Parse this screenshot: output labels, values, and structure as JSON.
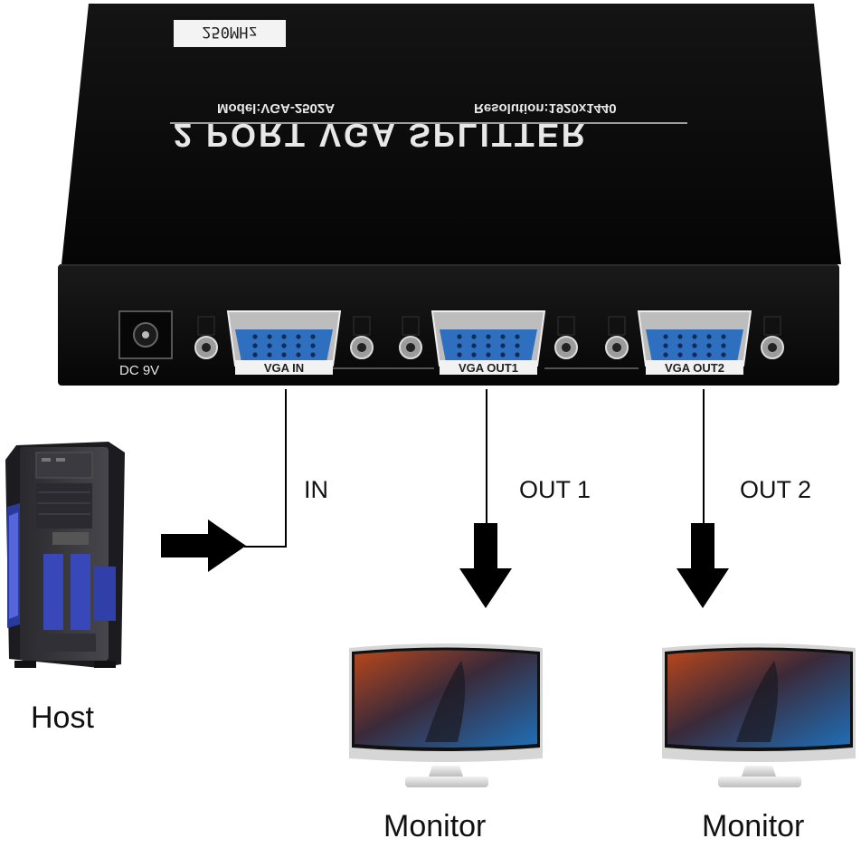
{
  "device": {
    "title": "2 PORT VGA SPLITTER",
    "model": "Model:VGA-2502A",
    "resolution": "Resolution:1920x1440",
    "bandwidth": "250MHz",
    "power_label": "DC 9V",
    "ports": [
      {
        "label": "VGA IN"
      },
      {
        "label": "VGA OUT1"
      },
      {
        "label": "VGA OUT2"
      }
    ],
    "body_color": "#0b0b0b",
    "port_color": "#2f6fbf"
  },
  "flow": {
    "in_label": "IN",
    "out1_label": "OUT 1",
    "out2_label": "OUT 2"
  },
  "host_label": "Host",
  "monitor_labels": [
    "Monitor",
    "Monitor"
  ]
}
